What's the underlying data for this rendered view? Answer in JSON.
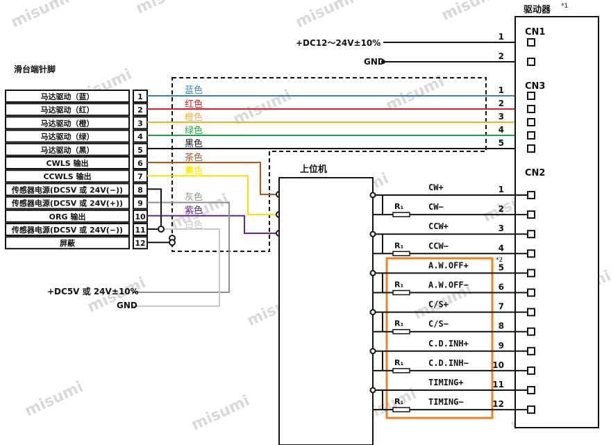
{
  "slide": {
    "title": "滑台端针脚",
    "rows": [
      {
        "label": "马达驱动（蓝）",
        "pin": "1"
      },
      {
        "label": "马达驱动（红）",
        "pin": "2"
      },
      {
        "label": "马达驱动（橙）",
        "pin": "3"
      },
      {
        "label": "马达驱动（绿）",
        "pin": "4"
      },
      {
        "label": "马达驱动（黑）",
        "pin": "5"
      },
      {
        "label": "CWLS 输出",
        "pin": "6"
      },
      {
        "label": "CCWLS 输出",
        "pin": "7"
      },
      {
        "label": "传感器电源(DC5V 或 24V(−))",
        "pin": "8"
      },
      {
        "label": "传感器电源(DC5V 或 24V(+))",
        "pin": "9"
      },
      {
        "label": "ORG 输出",
        "pin": "10"
      },
      {
        "label": "传感器电源(DC5V 或 24V(−))",
        "pin": "11"
      },
      {
        "label": "屏蔽",
        "pin": "12"
      }
    ]
  },
  "wires": {
    "blue": "蓝色",
    "red": "红色",
    "orange": "橙色",
    "green": "绿色",
    "black": "黑色",
    "brown": "茶色",
    "yellow": "黄色",
    "gray": "灰色",
    "purple": "紫色",
    "white": "白色"
  },
  "colors": {
    "blue": "#3a7fd0",
    "red": "#e02020",
    "orange": "#f0b020",
    "green": "#20a040",
    "black": "#111111",
    "brown": "#c05010",
    "yellow": "#ffe000",
    "gray": "#909090",
    "purple": "#6a2090",
    "white": "#c8c8c8",
    "highlight": "#f08020"
  },
  "driver": {
    "title": "驱动器",
    "title_note": "*1",
    "cn1": {
      "label": "CN1",
      "pins": [
        "1",
        "2"
      ]
    },
    "cn3": {
      "label": "CN3",
      "pins": [
        "1",
        "2",
        "3",
        "4",
        "5"
      ]
    },
    "cn2": {
      "label": "CN2",
      "pins": [
        "1",
        "2",
        "3",
        "4",
        "5",
        "6",
        "7",
        "8",
        "9",
        "10",
        "11",
        "12"
      ]
    }
  },
  "power": {
    "supply": "+DC12～24V±10%",
    "gnd": "GND"
  },
  "sensor_power": {
    "supply": "+DC5V 或 24V±10%",
    "gnd": "GND"
  },
  "host": {
    "title": "上位机",
    "signals": [
      "CW+",
      "CW−",
      "CCW+",
      "CCW−",
      "A.W.OFF+",
      "A.W.OFF−",
      "C/S+",
      "C/S−",
      "C.D.INH+",
      "C.D.INH−",
      "TIMING+",
      "TIMING−"
    ],
    "resistor": "R₁",
    "note": "*2"
  },
  "watermark": "misumi"
}
